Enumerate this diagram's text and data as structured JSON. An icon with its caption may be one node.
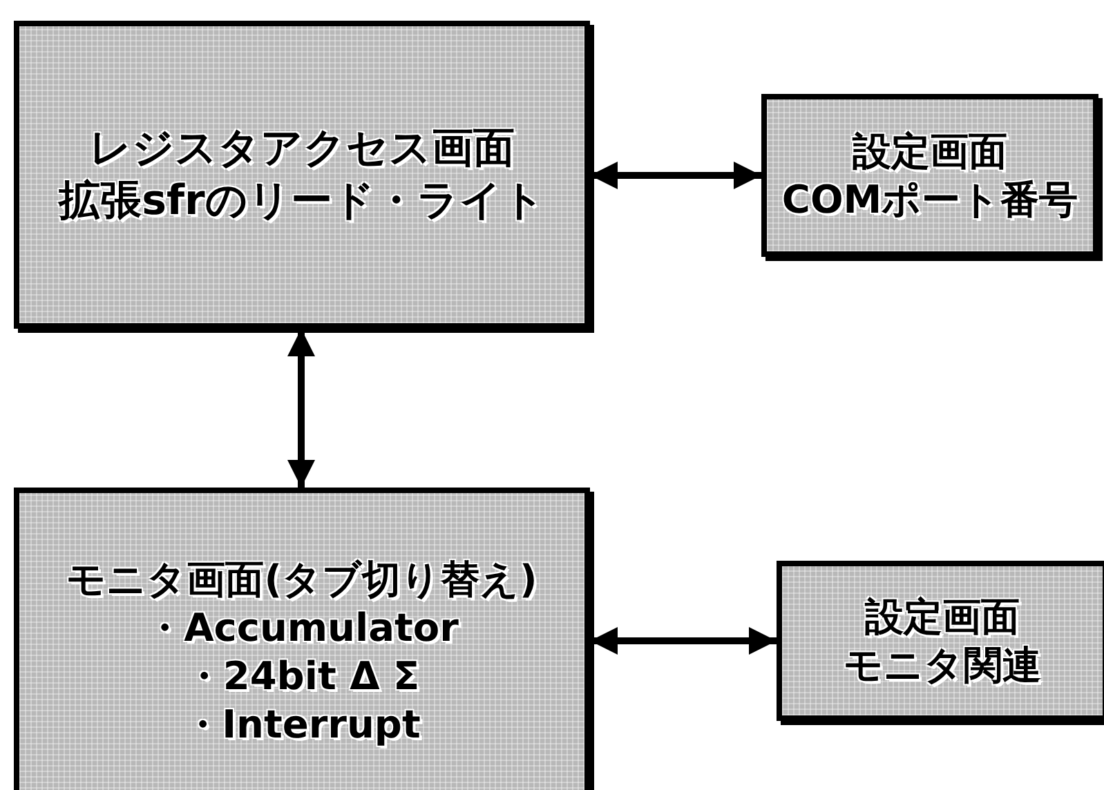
{
  "diagram": {
    "nodes": [
      {
        "text": [
          "レジスタアクセス画面",
          "拡張sfrのリード・ライト"
        ]
      },
      {
        "text": [
          "設定画面",
          "COMポート番号"
        ]
      },
      {
        "text": [
          "モニタ画面(タブ切り替え)",
          "・Accumulator",
          "・24bit Δ Σ",
          "・Interrupt"
        ]
      },
      {
        "text": [
          "設定画面",
          "モニタ関連"
        ]
      }
    ],
    "edges": [
      {
        "from": 0,
        "to": 1,
        "arrow": "both"
      },
      {
        "from": 0,
        "to": 2,
        "arrow": "both"
      },
      {
        "from": 2,
        "to": 3,
        "arrow": "both"
      }
    ]
  }
}
